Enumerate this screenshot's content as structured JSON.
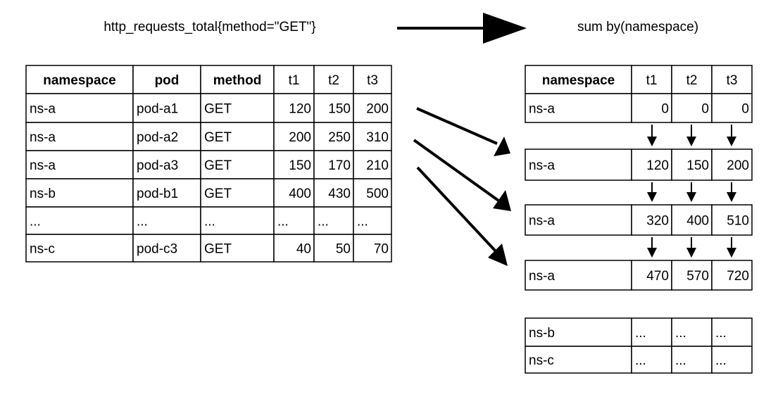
{
  "source_expression": "http_requests_total{method=\"GET\"}",
  "aggregation_expression": "sum by(namespace)",
  "colors": {
    "stroke": "#000000",
    "background": "#ffffff"
  },
  "source_table": {
    "headers": [
      "namespace",
      "pod",
      "method",
      "t1",
      "t2",
      "t3"
    ],
    "rows": [
      [
        "ns-a",
        "pod-a1",
        "GET",
        "120",
        "150",
        "200"
      ],
      [
        "ns-a",
        "pod-a2",
        "GET",
        "200",
        "250",
        "310"
      ],
      [
        "ns-a",
        "pod-a3",
        "GET",
        "150",
        "170",
        "210"
      ],
      [
        "ns-b",
        "pod-b1",
        "GET",
        "400",
        "430",
        "500"
      ],
      [
        "...",
        "...",
        "...",
        "...",
        "...",
        "..."
      ],
      [
        "ns-c",
        "pod-c3",
        "GET",
        "40",
        "50",
        "70"
      ]
    ]
  },
  "result_table": {
    "headers": [
      "namespace",
      "t1",
      "t2",
      "t3"
    ],
    "accumulation_steps": [
      [
        "ns-a",
        "0",
        "0",
        "0"
      ],
      [
        "ns-a",
        "120",
        "150",
        "200"
      ],
      [
        "ns-a",
        "320",
        "400",
        "510"
      ],
      [
        "ns-a",
        "470",
        "570",
        "720"
      ]
    ],
    "other_rows": [
      [
        "ns-b",
        "...",
        "...",
        "..."
      ],
      [
        "ns-c",
        "...",
        "...",
        "..."
      ]
    ]
  }
}
